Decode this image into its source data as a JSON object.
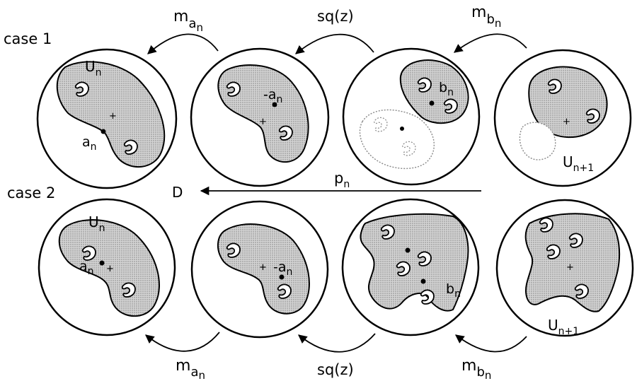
{
  "case_labels": {
    "case1": "case 1",
    "case2": "case 2"
  },
  "top_row": {
    "arrow_m_a": {
      "base": "m",
      "sub": "a",
      "subsub": "n"
    },
    "arrow_sq": "sq(z)",
    "arrow_m_b": {
      "base": "m",
      "sub": "b",
      "subsub": "n"
    },
    "disc1": {
      "U": "U",
      "U_sub": "n",
      "a": "a",
      "a_sub": "n"
    },
    "disc2": {
      "neg_a": "-a",
      "neg_a_sub": "n"
    },
    "disc3": {
      "b": "b",
      "b_sub": "n"
    },
    "disc4": {
      "U": "U",
      "U_sub": "n+1"
    }
  },
  "middle": {
    "D": "D",
    "p": "p",
    "p_sub": "n"
  },
  "bottom_row": {
    "arrow_m_a": {
      "base": "m",
      "sub": "a",
      "subsub": "n"
    },
    "arrow_sq": "sq(z)",
    "arrow_m_b": {
      "base": "m",
      "sub": "b",
      "subsub": "n"
    },
    "disc1": {
      "U": "U",
      "U_sub": "n",
      "a": "a",
      "a_sub": "n"
    },
    "disc2": {
      "neg_a": "-a",
      "neg_a_sub": "n"
    },
    "disc3": {
      "b": "b",
      "b_sub": "n"
    },
    "disc4": {
      "U": "U",
      "U_sub": "n+1"
    }
  }
}
